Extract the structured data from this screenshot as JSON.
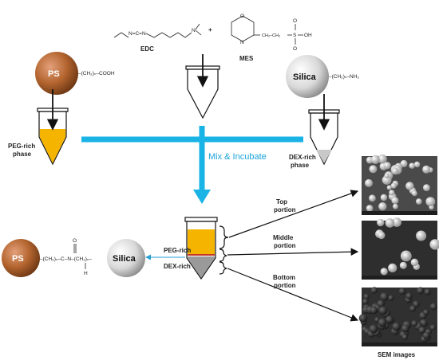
{
  "reagents": {
    "edc_label": "EDC",
    "mes_label": "MES",
    "plus": "+",
    "edc_formula": "N=C=N",
    "mes_n": "N",
    "mes_o": "O",
    "mes_chain": "CH₂–CH₂",
    "mes_s": "S",
    "mes_oh": "OH",
    "mes_o_top": "O",
    "mes_o_bot": "O"
  },
  "ps_particle": {
    "label": "PS",
    "chain": "–(CH₂)ₙ–COOH",
    "color": "#a85a2a"
  },
  "silica_particle": {
    "label": "Silica",
    "chain": "–(CH₂)ₙ–NH₂"
  },
  "left_tube": {
    "label_line1": "PEG-rich",
    "label_line2": "phase",
    "color": "#f5b400"
  },
  "right_tube": {
    "label_line1": "DEX-rich",
    "label_line2": "phase",
    "color": "#c8c8c8"
  },
  "mix_label": "Mix & Incubate",
  "accent_color": "#1ab3e6",
  "final_tube": {
    "peg_label": "PEG-rich",
    "dex_label": "DEX-rich"
  },
  "product": {
    "ps_label": "PS",
    "silica_label": "Silica",
    "link_left": "–(CH₂)ₙ–C–N–(CH₂)ₙ–",
    "carbonyl_o": "O",
    "amide_h": "H"
  },
  "portions": [
    {
      "line1": "Top",
      "line2": "portion"
    },
    {
      "line1": "Middle",
      "line2": "portion"
    },
    {
      "line1": "Bottom",
      "line2": "portion"
    }
  ],
  "sem_caption": "SEM images"
}
